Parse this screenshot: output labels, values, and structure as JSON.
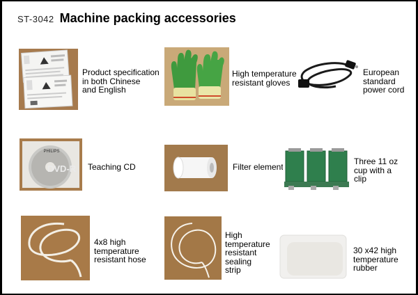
{
  "header": {
    "code": "ST-3042",
    "title": "Machine packing accessories"
  },
  "items": [
    {
      "id": "manual",
      "lines": [
        "Product specification",
        "in both Chinese",
        "and English"
      ]
    },
    {
      "id": "gloves",
      "lines": [
        "High temperature",
        "resistant gloves"
      ]
    },
    {
      "id": "power-cord",
      "lines": [
        "European",
        "standard",
        "power cord"
      ]
    },
    {
      "id": "cd",
      "lines": [
        "Teaching CD"
      ]
    },
    {
      "id": "filter",
      "lines": [
        "Filter element"
      ]
    },
    {
      "id": "clip",
      "lines": [
        "Three 11 oz",
        "cup with a",
        "clip"
      ]
    },
    {
      "id": "hose",
      "lines": [
        "4x8 high",
        "temperature",
        "resistant hose"
      ]
    },
    {
      "id": "sealing-strip",
      "lines": [
        "High",
        "temperature",
        "resistant",
        "sealing",
        "strip"
      ]
    },
    {
      "id": "rubber",
      "lines": [
        "30 x42 high",
        "temperature",
        "rubber"
      ]
    }
  ],
  "cd_label": {
    "brand": "PHILIPS",
    "disc": "DVD-R"
  },
  "colors": {
    "background": "#000000",
    "page": "#ffffff",
    "glove_green": "#3f9a3e",
    "glove_cuff": "#e8e2a0",
    "photo_tan": "#a27a4c",
    "clip_green": "#2f7f4d"
  }
}
